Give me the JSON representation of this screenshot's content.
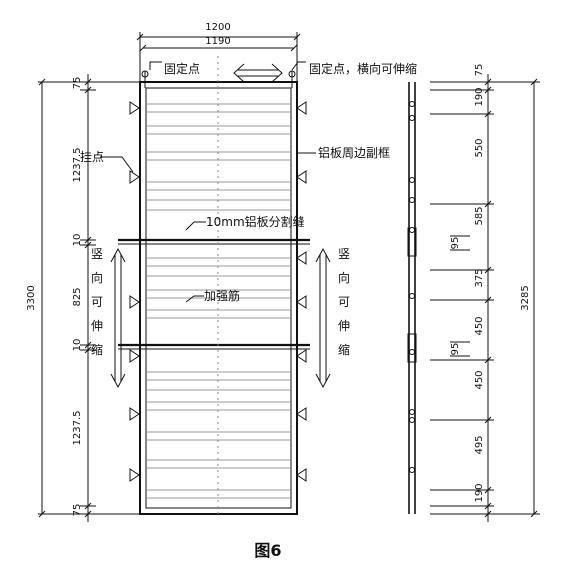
{
  "labels": {
    "top_width_outer": "1200",
    "top_width_inner": "1190",
    "fixed_point": "固定点",
    "fixed_point_horizontal": "固定点，横向可伸缩",
    "hanging_point": "挂点",
    "sub_frame": "铝板周边副框",
    "split_seam": "10mm铝板分割缝",
    "stiffener": "加强筋",
    "vertical_expand_chars": [
      "竖",
      "向",
      "可",
      "伸",
      "缩"
    ],
    "caption": "图6"
  },
  "left_dims": {
    "total": "3300",
    "segments": [
      "75",
      "1237.5",
      "10",
      "825",
      "10",
      "1237.5",
      "75"
    ]
  },
  "right_dims": {
    "total": "3285",
    "segments": [
      "75",
      "190",
      "550",
      "585",
      "375",
      "450",
      "450",
      "495",
      "190"
    ],
    "small_marks": [
      "95",
      "95"
    ]
  },
  "colors": {
    "ink": "#111111",
    "paper": "#ffffff",
    "panel_line": "#9a9a9a"
  }
}
